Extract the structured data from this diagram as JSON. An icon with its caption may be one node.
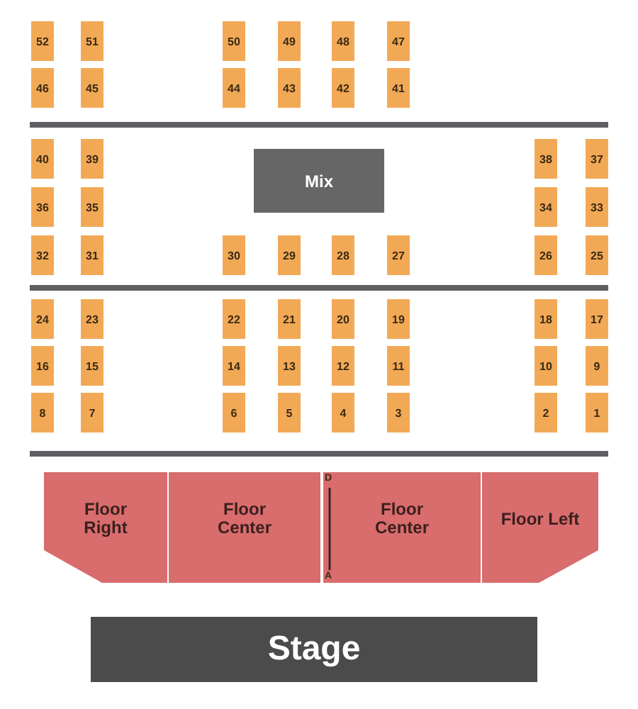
{
  "diagram": {
    "nodes": [
      {
        "text": [
          "52"
        ]
      },
      {
        "text": [
          "51"
        ]
      },
      {
        "text": [
          "50"
        ]
      },
      {
        "text": [
          "49"
        ]
      },
      {
        "text": [
          "48"
        ]
      },
      {
        "text": [
          "47"
        ]
      },
      {
        "text": [
          "46"
        ]
      },
      {
        "text": [
          "45"
        ]
      },
      {
        "text": [
          "44"
        ]
      },
      {
        "text": [
          "43"
        ]
      },
      {
        "text": [
          "42"
        ]
      },
      {
        "text": [
          "41"
        ]
      },
      {
        "text": [
          "40"
        ]
      },
      {
        "text": [
          "39"
        ]
      },
      {
        "text": [
          "Mix"
        ]
      },
      {
        "text": [
          "38"
        ]
      },
      {
        "text": [
          "37"
        ]
      },
      {
        "text": [
          "36"
        ]
      },
      {
        "text": [
          "35"
        ]
      },
      {
        "text": [
          "34"
        ]
      },
      {
        "text": [
          "33"
        ]
      },
      {
        "text": [
          "32"
        ]
      },
      {
        "text": [
          "31"
        ]
      },
      {
        "text": [
          "30"
        ]
      },
      {
        "text": [
          "29"
        ]
      },
      {
        "text": [
          "28"
        ]
      },
      {
        "text": [
          "27"
        ]
      },
      {
        "text": [
          "26"
        ]
      },
      {
        "text": [
          "25"
        ]
      },
      {
        "text": [
          "24"
        ]
      },
      {
        "text": [
          "23"
        ]
      },
      {
        "text": [
          "22"
        ]
      },
      {
        "text": [
          "21"
        ]
      },
      {
        "text": [
          "20"
        ]
      },
      {
        "text": [
          "19"
        ]
      },
      {
        "text": [
          "18"
        ]
      },
      {
        "text": [
          "17"
        ]
      },
      {
        "text": [
          "16"
        ]
      },
      {
        "text": [
          "15"
        ]
      },
      {
        "text": [
          "14"
        ]
      },
      {
        "text": [
          "13"
        ]
      },
      {
        "text": [
          "12"
        ]
      },
      {
        "text": [
          "11"
        ]
      },
      {
        "text": [
          "10"
        ]
      },
      {
        "text": [
          "9"
        ]
      },
      {
        "text": [
          "8"
        ]
      },
      {
        "text": [
          "7"
        ]
      },
      {
        "text": [
          "6"
        ]
      },
      {
        "text": [
          "5"
        ]
      },
      {
        "text": [
          "4"
        ]
      },
      {
        "text": [
          "3"
        ]
      },
      {
        "text": [
          "2"
        ]
      },
      {
        "text": [
          "1"
        ]
      },
      {
        "text": [
          "Floor Right"
        ]
      },
      {
        "text": [
          "Floor Center"
        ]
      },
      {
        "text": [
          "Floor Center"
        ]
      },
      {
        "text": [
          "Floor Left"
        ]
      },
      {
        "text": [
          "Stage"
        ]
      }
    ],
    "labels": [
      "D",
      "A"
    ]
  }
}
